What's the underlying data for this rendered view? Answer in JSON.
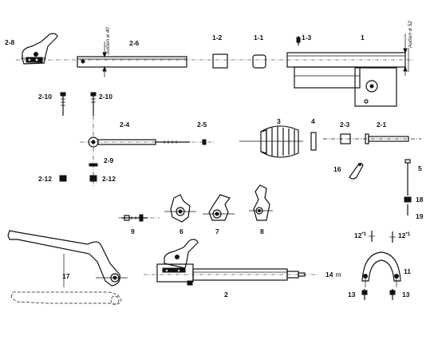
{
  "labels": {
    "l_2_8": "2-8",
    "l_2_6": "2-6",
    "l_1_2": "1-2",
    "l_1_1": "1-1",
    "l_1_3": "1-3",
    "l_1": "1",
    "l_2_10a": "2-10",
    "l_2_10b": "2-10",
    "l_2_4": "2-4",
    "l_2_5": "2-5",
    "l_3": "3",
    "l_4": "4",
    "l_2_3": "2-3",
    "l_2_1": "2-1",
    "l_2_9": "2-9",
    "l_2_12a": "2-12",
    "l_2_12b": "2-12",
    "l_16": "16",
    "l_5": "5",
    "l_18": "18",
    "l_19": "19",
    "l_9": "9",
    "l_6": "6",
    "l_7": "7",
    "l_8": "8",
    "l_12a": "12",
    "l_12a_sup": "*1",
    "l_12b": "12",
    "l_12b_sup": "*1",
    "l_17": "17",
    "l_2": "2",
    "l_14": "14",
    "l_14_unit": "m",
    "l_11": "11",
    "l_13a": "13",
    "l_13b": "13"
  },
  "annotations": {
    "rot_left": "Außen ø 40",
    "rot_right": "Außen ø 52"
  }
}
